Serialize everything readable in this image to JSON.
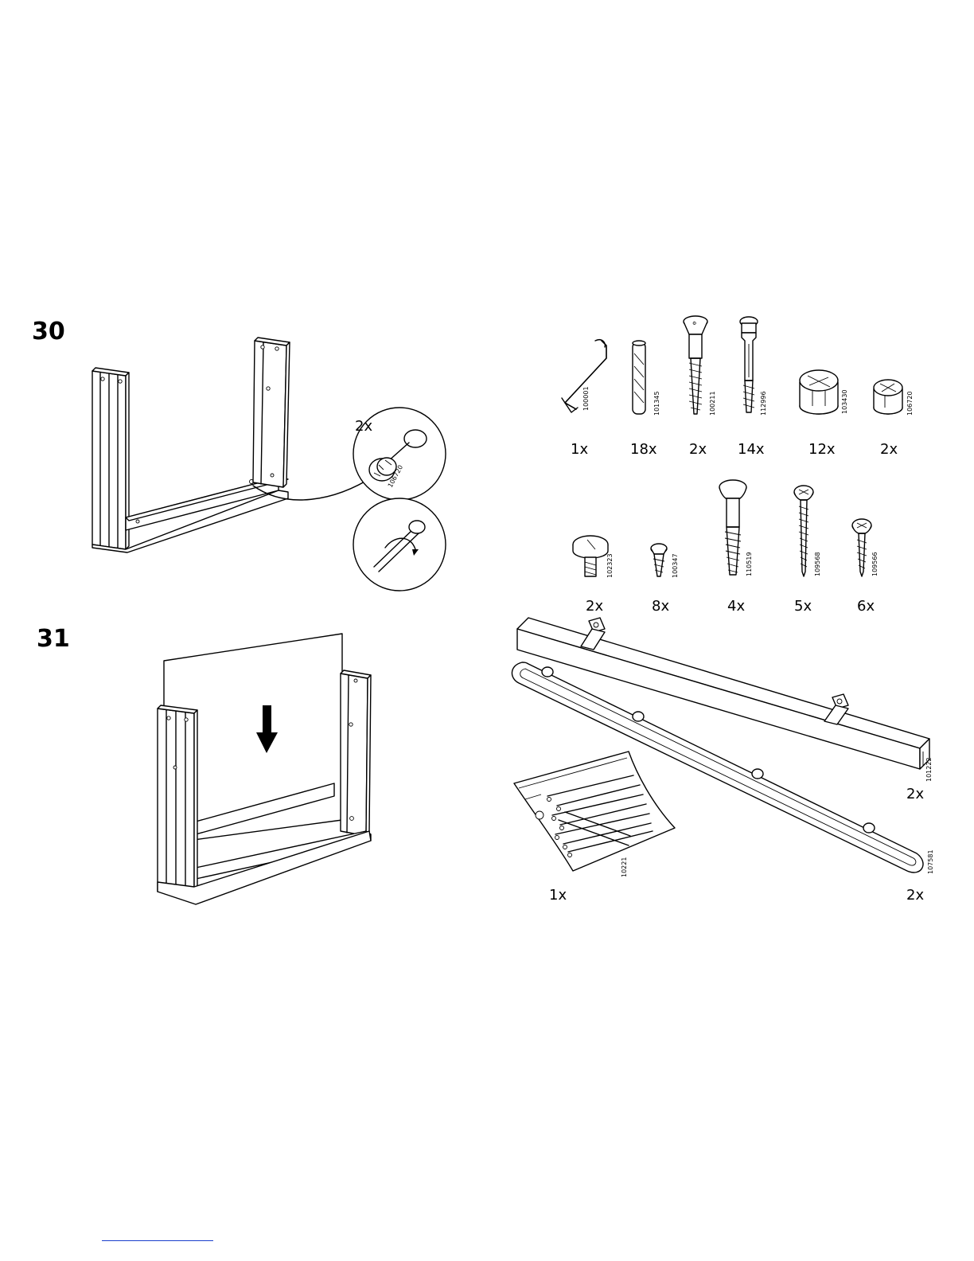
{
  "steps": [
    {
      "number": "30",
      "callout_qty": "2x",
      "callout_code": "106720"
    },
    {
      "number": "31"
    }
  ],
  "parts_top": [
    {
      "code": "100001",
      "qty": "1x",
      "icon": "hex-key-icon"
    },
    {
      "code": "101345",
      "qty": "18x",
      "icon": "wooden-dowel-icon"
    },
    {
      "code": "100211",
      "qty": "2x",
      "icon": "countersunk-screw-icon"
    },
    {
      "code": "112996",
      "qty": "14x",
      "icon": "cam-bolt-icon"
    },
    {
      "code": "103430",
      "qty": "12x",
      "icon": "cam-lock-icon"
    },
    {
      "code": "106720",
      "qty": "2x",
      "icon": "small-cam-lock-icon"
    }
  ],
  "parts_middle": [
    {
      "code": "102323",
      "qty": "2x",
      "icon": "short-wide-screw-icon"
    },
    {
      "code": "100347",
      "qty": "8x",
      "icon": "short-screw-icon"
    },
    {
      "code": "110519",
      "qty": "4x",
      "icon": "long-bolt-icon"
    },
    {
      "code": "109568",
      "qty": "5x",
      "icon": "long-wood-screw-icon"
    },
    {
      "code": "109566",
      "qty": "6x",
      "icon": "wood-screw-icon"
    }
  ],
  "parts_bottom": [
    {
      "code": "101222",
      "qty": "2x",
      "icon": "rail-bracket-icon"
    },
    {
      "code": "107581",
      "qty": "2x",
      "icon": "drawer-runner-icon"
    },
    {
      "code": "10221",
      "qty": "1x",
      "icon": "nail-bag-icon"
    }
  ]
}
